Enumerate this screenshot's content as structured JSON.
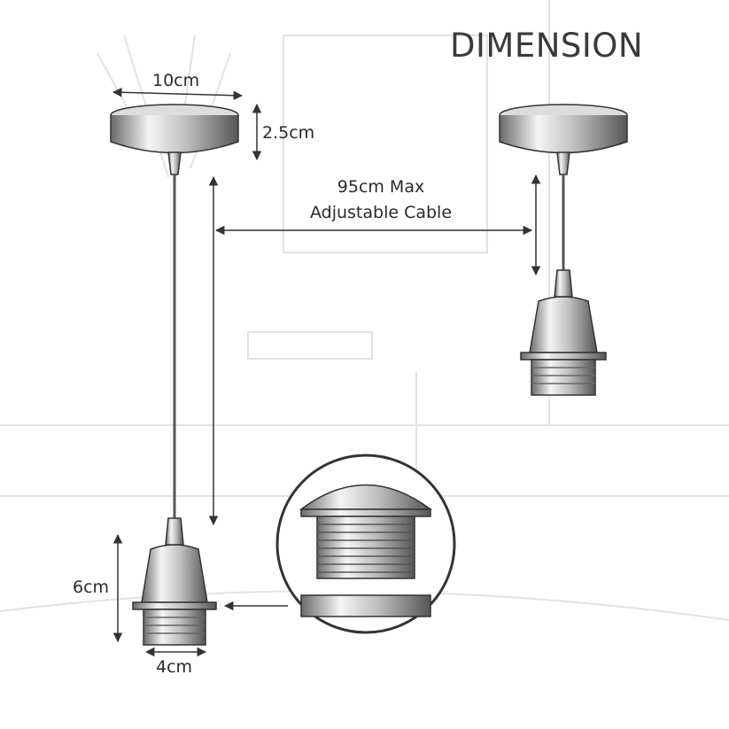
{
  "title": "DIMENSION",
  "dimensions": {
    "canopy_width": "10cm",
    "canopy_height": "2.5cm",
    "cable_line1": "95cm Max",
    "cable_line2": "Adjustable Cable",
    "holder_height": "6cm",
    "holder_width": "4cm"
  },
  "colors": {
    "line": "#333333",
    "ghost": "#d8d8d8",
    "metal": "#9a9a9a"
  }
}
